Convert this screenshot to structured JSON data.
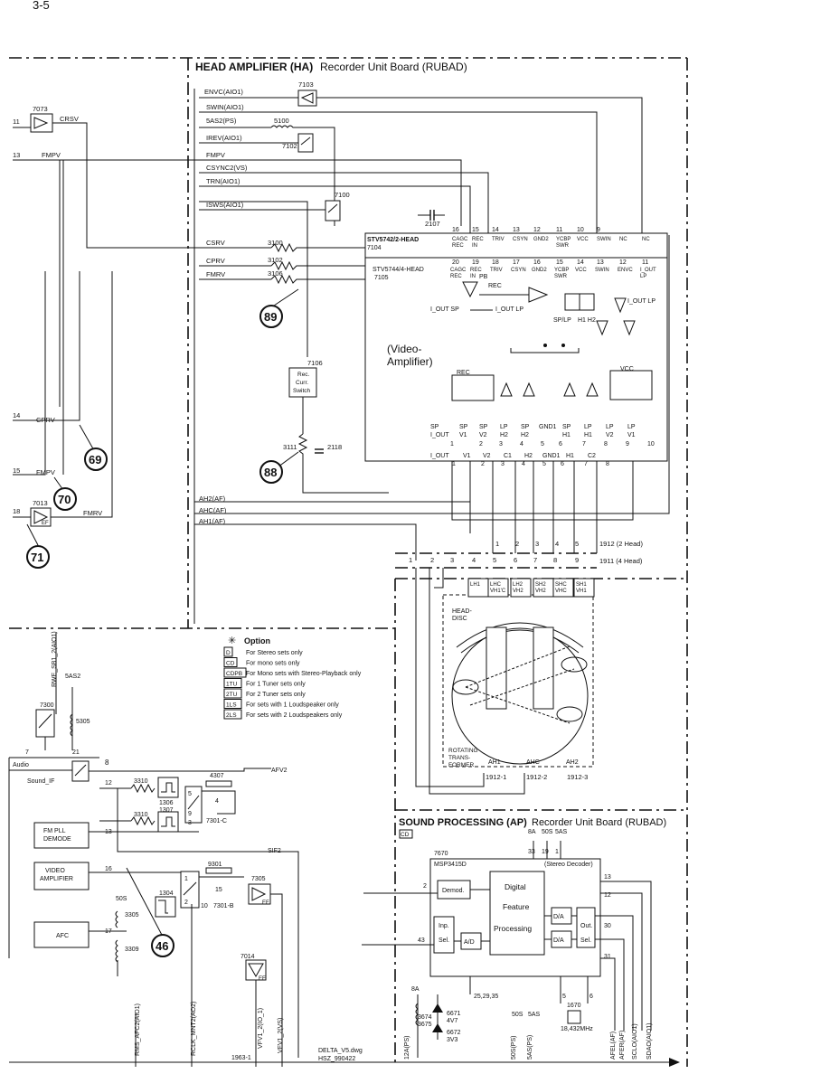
{
  "page_number": "3-5",
  "ha_board": {
    "title_bold": "HEAD AMPLIFIER (HA)",
    "title_rest": "Recorder Unit Board (RUBAD)",
    "signals": [
      "ENVC(AIO1)",
      "SWIN(AIO1)",
      "5AS2(PS)",
      "IREV(AIO1)",
      "FMPV",
      "CSYNC2(VS)",
      "TRN(AIO1)",
      "ISWS(AIO1)",
      "CSRV",
      "CPRV",
      "FMRV"
    ],
    "af_signals": [
      "AH2(AF)",
      "AHC(AF)",
      "AH1(AF)"
    ],
    "parts": {
      "p7103": "7103",
      "p5100": "5100",
      "p7102": "7102",
      "p7100": "7100",
      "p2107": "2107",
      "p3100": "3100",
      "p3102": "3102",
      "p3106": "3106",
      "p7106": "7106",
      "p3111": "3111",
      "p2118": "2118"
    },
    "rec_switch": [
      "Rec.",
      "Curr.",
      "Switch"
    ],
    "ic1": {
      "name": "STV5742/2-HEAD",
      "ref": "7104",
      "pins": [
        "16",
        "15",
        "14",
        "13",
        "12",
        "11",
        "10",
        "9"
      ],
      "labels": [
        "CAGC REC",
        "REC IN",
        "TRIV",
        "CSYN",
        "GND2",
        "YCBP SWR",
        "VCC",
        "SWIN",
        "NC",
        "NC"
      ]
    },
    "ic2": {
      "name": "STV5744/4-HEAD",
      "ref": "7105",
      "pins": [
        "20",
        "19",
        "18",
        "17",
        "16",
        "15",
        "14",
        "13",
        "12",
        "11"
      ],
      "labels": [
        "CAGC REC",
        "REC IN",
        "TRIV",
        "CSYN",
        "GND2",
        "YCBP SWR",
        "VCC",
        "SWIN",
        "ENVC",
        "I_OUT LP"
      ]
    },
    "inner": {
      "pb": "PB",
      "rec": "REC",
      "iout_sp": "I_OUT SP",
      "iout_lp": "I_OUT LP",
      "sp_lp": "SP/LP",
      "h1h2": "H1 H2",
      "video": "(Video-",
      "amp": "Amplifier)",
      "rec2": "REC",
      "vcc": "VCC",
      "iout_lp2": "I_OUT LP"
    },
    "bottom_pins1": [
      "1",
      "2",
      "3",
      "4",
      "5",
      "6",
      "7",
      "8",
      "9",
      "10"
    ],
    "bottom_labels1": [
      "SP I_OUT",
      "SP V1",
      "SP V2",
      "LP H2",
      "SP H2",
      "GND1",
      "SP H1",
      "LP H1",
      "LP V2",
      "LP V1"
    ],
    "bottom_labels2": [
      "I_OUT",
      "V1",
      "V2",
      "C1",
      "H2",
      "GND1",
      "H1",
      "C2"
    ],
    "bottom_pins2": [
      "1",
      "2",
      "3",
      "4",
      "5",
      "6",
      "7",
      "8"
    ],
    "conn_pins": [
      "1",
      "2",
      "3",
      "4",
      "5",
      "6",
      "7",
      "8",
      "9"
    ],
    "conn1912": "1912 (2 Head)",
    "conn1911": "1911 (4 Head)",
    "head_labels": [
      "LH1",
      "LHC VH1'C",
      "LH2 VH2",
      "SH2 VH2",
      "SHC VHC",
      "SH1 VH1"
    ],
    "head_disc": [
      "HEAD-",
      "DISC"
    ],
    "rotating": [
      "ROTATING",
      "TRANS-",
      "FORMER"
    ],
    "trans_labels": [
      "AH1",
      "AHC",
      "AH2"
    ],
    "trans_pins": [
      "1912-1",
      "1912-2",
      "1912-3"
    ]
  },
  "left": {
    "p7073": "7073",
    "n11": "11",
    "crsv": "CRSV",
    "n13": "13",
    "fmpv": "FMPV",
    "n14": "14",
    "cprv": "CPRV",
    "n15": "15",
    "fmpv2": "FMPV",
    "p7013": "7013",
    "ef": "EF",
    "n18": "18",
    "fmrv": "FMRV"
  },
  "bubbles": [
    "89",
    "69",
    "88",
    "70",
    "71",
    "46"
  ],
  "option": {
    "title": "Option",
    "items": [
      {
        "code": "D",
        "text": "For Stereo sets only"
      },
      {
        "code": "CD",
        "text": "For mono sets only"
      },
      {
        "code": "CDPB",
        "text": "For Mono sets with Stereo-Playback only"
      },
      {
        "code": "1TU",
        "text": "For 1 Tuner sets only"
      },
      {
        "code": "2TU",
        "text": "For 2 Tuner sets only"
      },
      {
        "code": "1LS",
        "text": "For sets with 1 Loudspeaker only"
      },
      {
        "code": "2LS",
        "text": "For sets with 2 Loudspeakers only"
      }
    ]
  },
  "lower_left": {
    "rwe": "RWE_SB1_2(AIO1)",
    "s5as2": "5AS2",
    "p7300": "7300",
    "p5305": "5305",
    "n7": "7",
    "n21": "21",
    "audio": "Audio",
    "sound_if": "Sound_IF",
    "n8": "8",
    "n12": "12",
    "p3310a": "3310",
    "p4307": "4307",
    "afv2": "AFV2",
    "p1306": "1306",
    "p1307": "1307",
    "n5": "5",
    "n4": "4",
    "n9": "9",
    "p7301c": "7301-C",
    "n3": "3",
    "p3310b": "3310",
    "n13": "13",
    "fm_pll": [
      "FM PLL",
      "DEMODE"
    ],
    "sif2": "SIF2",
    "video_amp": [
      "VIDEO",
      "AMPLIFIER"
    ],
    "n16": "16",
    "p9301": "9301",
    "p7305": "7305",
    "ef2": "EF",
    "n1": "1",
    "n15": "15",
    "s50s": "50S",
    "p1304": "1304",
    "n2": "2",
    "n10": "10",
    "p7301b": "7301-B",
    "p3305": "3305",
    "afc": "AFC",
    "n17": "17",
    "p3309": "3309",
    "p7014": "7014",
    "ef3": "EF",
    "rms": "RMS_AFC2(AIO1)",
    "rclk": "RCLK_MNT2(AO2)",
    "vfv1": "VFV1_2(IO_1)",
    "vfv1b": "VFV1_2(VS)",
    "n1963": "1963-1",
    "dwg": "DELTA_V5.dwg",
    "hsz": "HSZ_990422"
  },
  "ap_board": {
    "title_bold": "SOUND PROCESSING (AP)",
    "title_rest": "Recorder Unit Board (RUBAD)",
    "cd": "CD",
    "supplies": [
      "8A",
      "50S",
      "5AS"
    ],
    "sup_pins": [
      "33",
      "19",
      "1"
    ],
    "p7670": "7670",
    "ic": "MSP3415D",
    "ic_note": "(Stereo Decoder)",
    "demod": "Demod.",
    "digital": [
      "Digital",
      "Feature",
      "Processing"
    ],
    "da": "D/A",
    "out": "Out.",
    "sel": "Sel.",
    "inp": [
      "Inp.",
      "Sel."
    ],
    "ad": "A/D",
    "pins_right": [
      "13",
      "12",
      "30",
      "31"
    ],
    "n2": "2",
    "n43": "43",
    "gnd_pins": "25,29,35",
    "n5": "5",
    "n6": "6",
    "p1670": "1670",
    "xtal": "18,432MHz",
    "s8a": "8A",
    "p3674": "3674",
    "p3675": "3675",
    "p6671": "6671",
    "v4v7": "4V7",
    "p6672": "6672",
    "v3v3": "3V3",
    "s50s": "50S",
    "s5as": "5AS",
    "bottom": [
      "12A(PS)",
      "50S(PS)",
      "5AS(PS)",
      "AFEL(AF)",
      "AFER(AF)",
      "SCLO(AIO1)",
      "SDAO(AIO1)"
    ]
  }
}
